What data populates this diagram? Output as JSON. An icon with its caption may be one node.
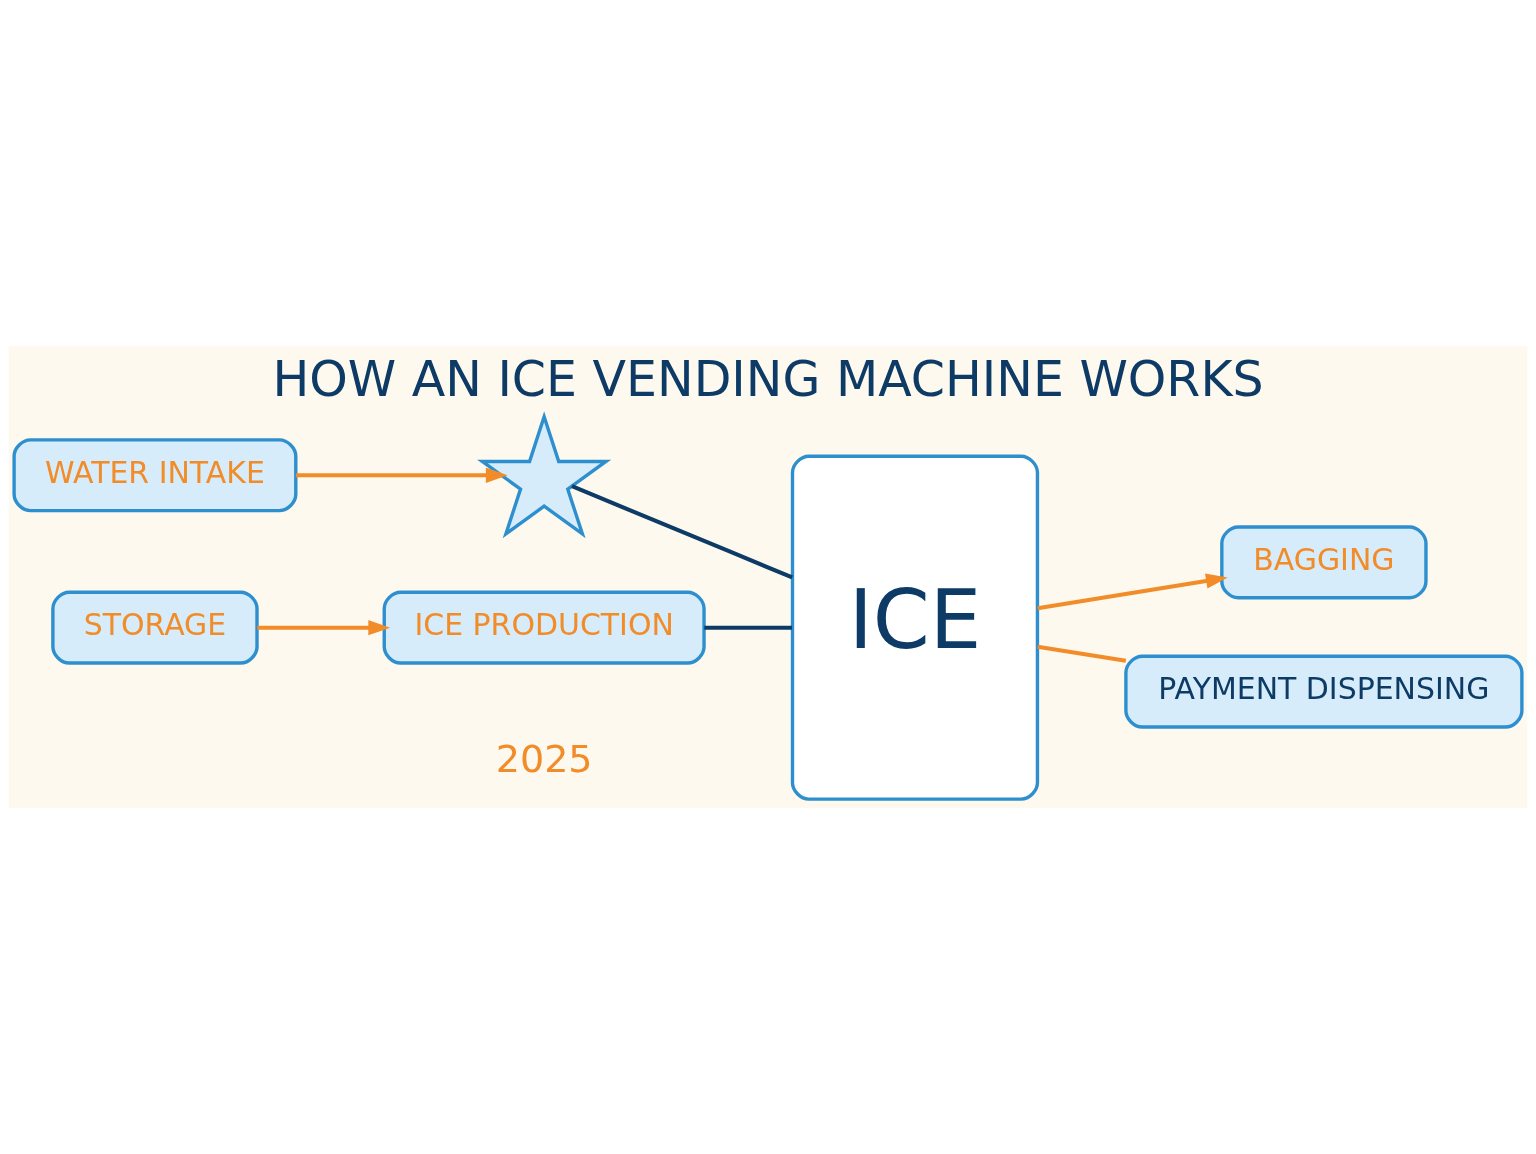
{
  "diagram": {
    "title": "HOW AN ICE VENDING MACHINE WORKS",
    "nodes": [
      {
        "text": [
          "WATER INTAKE"
        ]
      },
      {
        "text": [],
        "shape": "picture"
      },
      {
        "text": [
          "ICE"
        ]
      },
      {
        "text": [
          "BAGGING"
        ]
      },
      {
        "text": [
          "STORAGE"
        ]
      },
      {
        "text": [
          "ICE PRODUCTION"
        ]
      },
      {
        "text": [
          "PAYMENT DISPENSING"
        ]
      }
    ],
    "edges": [
      {
        "from": 0,
        "to": 1,
        "arrow": "to"
      },
      {
        "from": 1,
        "to": 2,
        "arrow": "none",
        "color": "#0d3b66"
      },
      {
        "from": 5,
        "to": 2,
        "arrow": "none",
        "color": "#0d3b66"
      },
      {
        "from": 4,
        "to": 5,
        "arrow": "to"
      },
      {
        "from": 2,
        "to": 3,
        "arrow": "to"
      },
      {
        "from": 2,
        "to": 6,
        "arrow": "none"
      }
    ],
    "labels": [
      "2025"
    ]
  }
}
